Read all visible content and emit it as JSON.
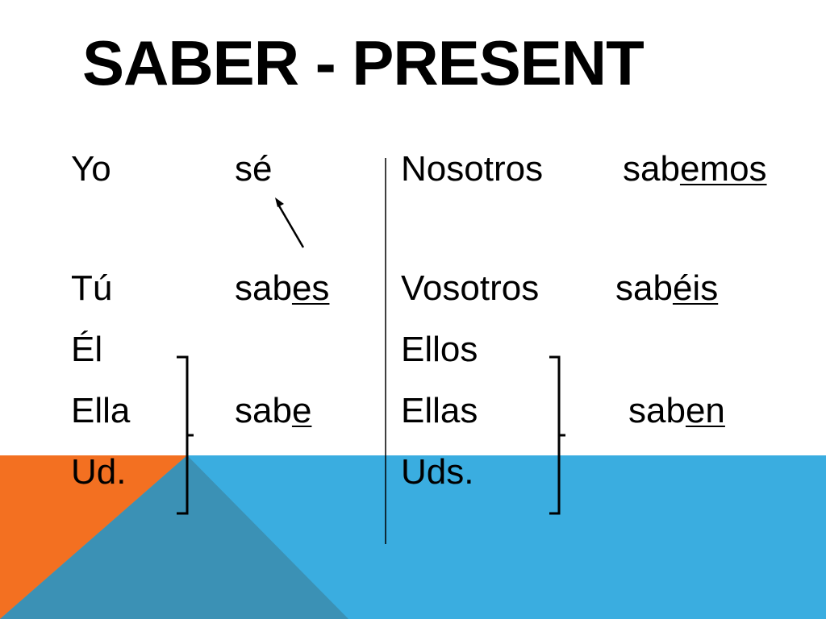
{
  "title": "SABER - PRESENT",
  "colors": {
    "orange": "#f37021",
    "blue": "#3aade0",
    "steel_blue": "#3b91b5",
    "text": "#000000"
  },
  "singular": {
    "yo": {
      "pronoun": "Yo",
      "stem": "sé",
      "ending": ""
    },
    "tu": {
      "pronoun": "Tú",
      "stem": "sab",
      "ending": "es"
    },
    "el": {
      "pronoun": "Él"
    },
    "ella": {
      "pronoun": "Ella",
      "stem": "sab",
      "ending": "e"
    },
    "ud": {
      "pronoun": "Ud."
    }
  },
  "plural": {
    "nosotros": {
      "pronoun": "Nosotros",
      "stem": "sab",
      "ending": "emos"
    },
    "vosotros": {
      "pronoun": "Vosotros",
      "stem": "sab",
      "ending": "éis"
    },
    "ellos": {
      "pronoun": "Ellos"
    },
    "ellas": {
      "pronoun": "Ellas",
      "stem": "sab",
      "ending": "en"
    },
    "uds": {
      "pronoun": "Uds."
    }
  }
}
